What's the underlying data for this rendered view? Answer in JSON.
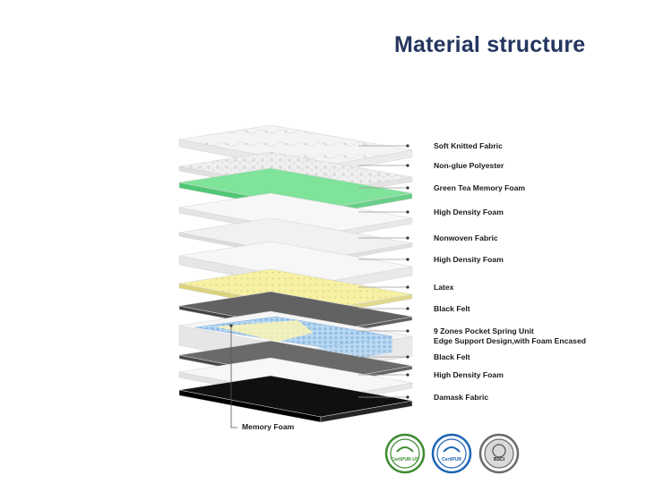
{
  "title": "Material structure",
  "layers": [
    {
      "label": "Soft Knitted Fabric"
    },
    {
      "label": "Non-glue Polyester"
    },
    {
      "label": "Green Tea Memory Foam"
    },
    {
      "label": "High Density Foam"
    },
    {
      "label": "Nonwoven Fabric"
    },
    {
      "label": "High Density Foam"
    },
    {
      "label": "Latex"
    },
    {
      "label": "Black Felt"
    },
    {
      "label": "9 Zones Pocket Spring Unit",
      "label2": "Edge Support Design,with Foam Encased"
    },
    {
      "label": "Black Felt"
    },
    {
      "label": "High Density Foam"
    },
    {
      "label": "Damask Fabric"
    }
  ],
  "callout": {
    "label": "Memory Foam"
  },
  "certifications": [
    {
      "text": "CertiPUR-US",
      "icon": "certipur-us-badge",
      "color": "#3d8b2f"
    },
    {
      "text": "CertiPUR",
      "icon": "certipur-badge",
      "color": "#1d64b4"
    },
    {
      "text": "BSCI",
      "icon": "bsci-badge",
      "color": "#6a6a6a"
    }
  ]
}
